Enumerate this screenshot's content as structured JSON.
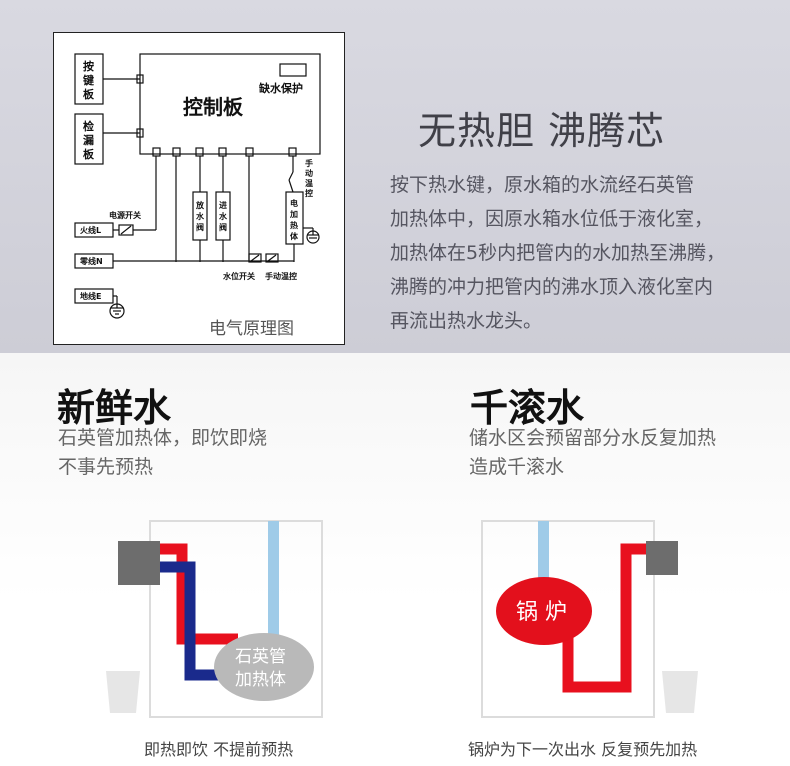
{
  "schematic": {
    "caption": "电气原理图",
    "controller": "控制板",
    "low_water": "缺水保护",
    "keypad": [
      "按",
      "键",
      "板"
    ],
    "leak": [
      "检",
      "漏",
      "板"
    ],
    "power_switch": "电源开关",
    "live": "火线L",
    "neutral": "零线N",
    "ground": "地线E",
    "drain_valve": [
      "放",
      "水",
      "阀"
    ],
    "inlet_valve": [
      "进",
      "水",
      "阀"
    ],
    "heater": [
      "电",
      "加",
      "热",
      "体"
    ],
    "level_switch": "水位开关",
    "manual_temp": "手动温控",
    "manual_temp_vertical": [
      "手",
      "动",
      "温",
      "控"
    ]
  },
  "intro": {
    "headline": "无热胆 沸腾芯",
    "lines": [
      "按下热水键，原水箱的水流经石英管",
      "加热体中，因原水箱水位低于液化室，",
      "加热体在5秒内把管内的水加热至沸腾，",
      "沸腾的冲力把管内的沸水顶入液化室内",
      "再流出热水龙头。"
    ]
  },
  "left": {
    "title": "新鲜水",
    "sub_lines": [
      "石英管加热体，即饮即烧",
      "不事先预热"
    ],
    "heater_lines": [
      "石英管",
      "加热体"
    ],
    "caption": "即热即饮  不提前预热"
  },
  "right": {
    "title": "千滚水",
    "sub_lines": [
      "储水区会预留部分水反复加热",
      "造成千滚水"
    ],
    "boiler_label": "锅 炉",
    "caption": "锅炉为下一次出水  反复预先加热"
  },
  "colors": {
    "hot": "#e8101e",
    "cold": "#1a2a8c",
    "water": "#9fcbe8",
    "boiler": "#e3101c",
    "grey_block": "#6d6d6d"
  }
}
